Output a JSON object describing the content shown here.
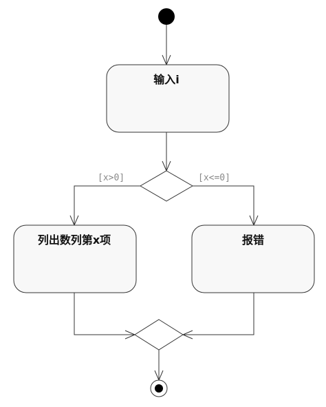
{
  "nodes": {
    "input_label": "输入i",
    "list_label": "列出数列第x项",
    "error_label": "报错"
  },
  "guards": {
    "positive": "[x>0]",
    "non_positive": "[x<=0]"
  },
  "colors": {
    "line": "#333333",
    "box_fill": "#f8f8f8",
    "guard_text": "#888888"
  }
}
